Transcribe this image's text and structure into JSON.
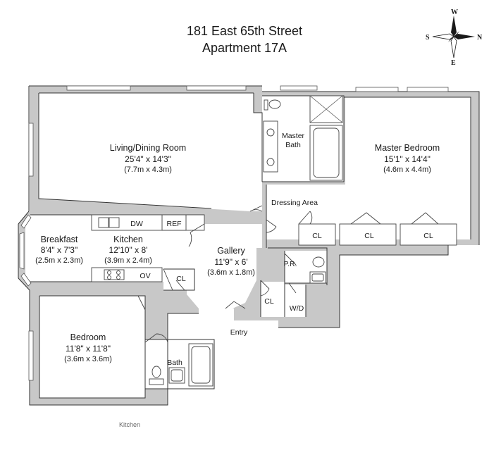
{
  "title": {
    "line1": "181 East 65th Street",
    "line2": "Apartment 17A"
  },
  "compass": {
    "n": "N",
    "s": "S",
    "e": "E",
    "w": "W"
  },
  "rooms": {
    "living": {
      "name": "Living/Dining Room",
      "dims": "25'4\" x 14'3\"",
      "metric": "(7.7m x 4.3m)"
    },
    "master_bedroom": {
      "name": "Master Bedroom",
      "dims": "15'1\" x 14'4\"",
      "metric": "(4.6m x 4.4m)"
    },
    "master_bath": {
      "name_line1": "Master",
      "name_line2": "Bath"
    },
    "dressing": {
      "name": "Dressing Area"
    },
    "breakfast": {
      "name": "Breakfast",
      "dims": "8'4\" x 7'3\"",
      "metric": "(2.5m x 2.3m)"
    },
    "kitchen": {
      "name": "Kitchen",
      "dims": "12'10\" x 8'",
      "metric": "(3.9m x 2.4m)"
    },
    "gallery": {
      "name": "Gallery",
      "dims": "11'9\" x 6'",
      "metric": "(3.6m x 1.8m)"
    },
    "bedroom": {
      "name": "Bedroom",
      "dims": "11'8\" x 11'8\"",
      "metric": "(3.6m x 3.6m)"
    },
    "bath": {
      "name": "Bath"
    },
    "powder_room": {
      "name": "P.R."
    },
    "entry": {
      "name": "Entry"
    }
  },
  "labels": {
    "dw": "DW",
    "ref": "REF",
    "ov": "OV",
    "wd": "W/D",
    "closet": "CL"
  },
  "kitchen_caption": "Kitchen"
}
